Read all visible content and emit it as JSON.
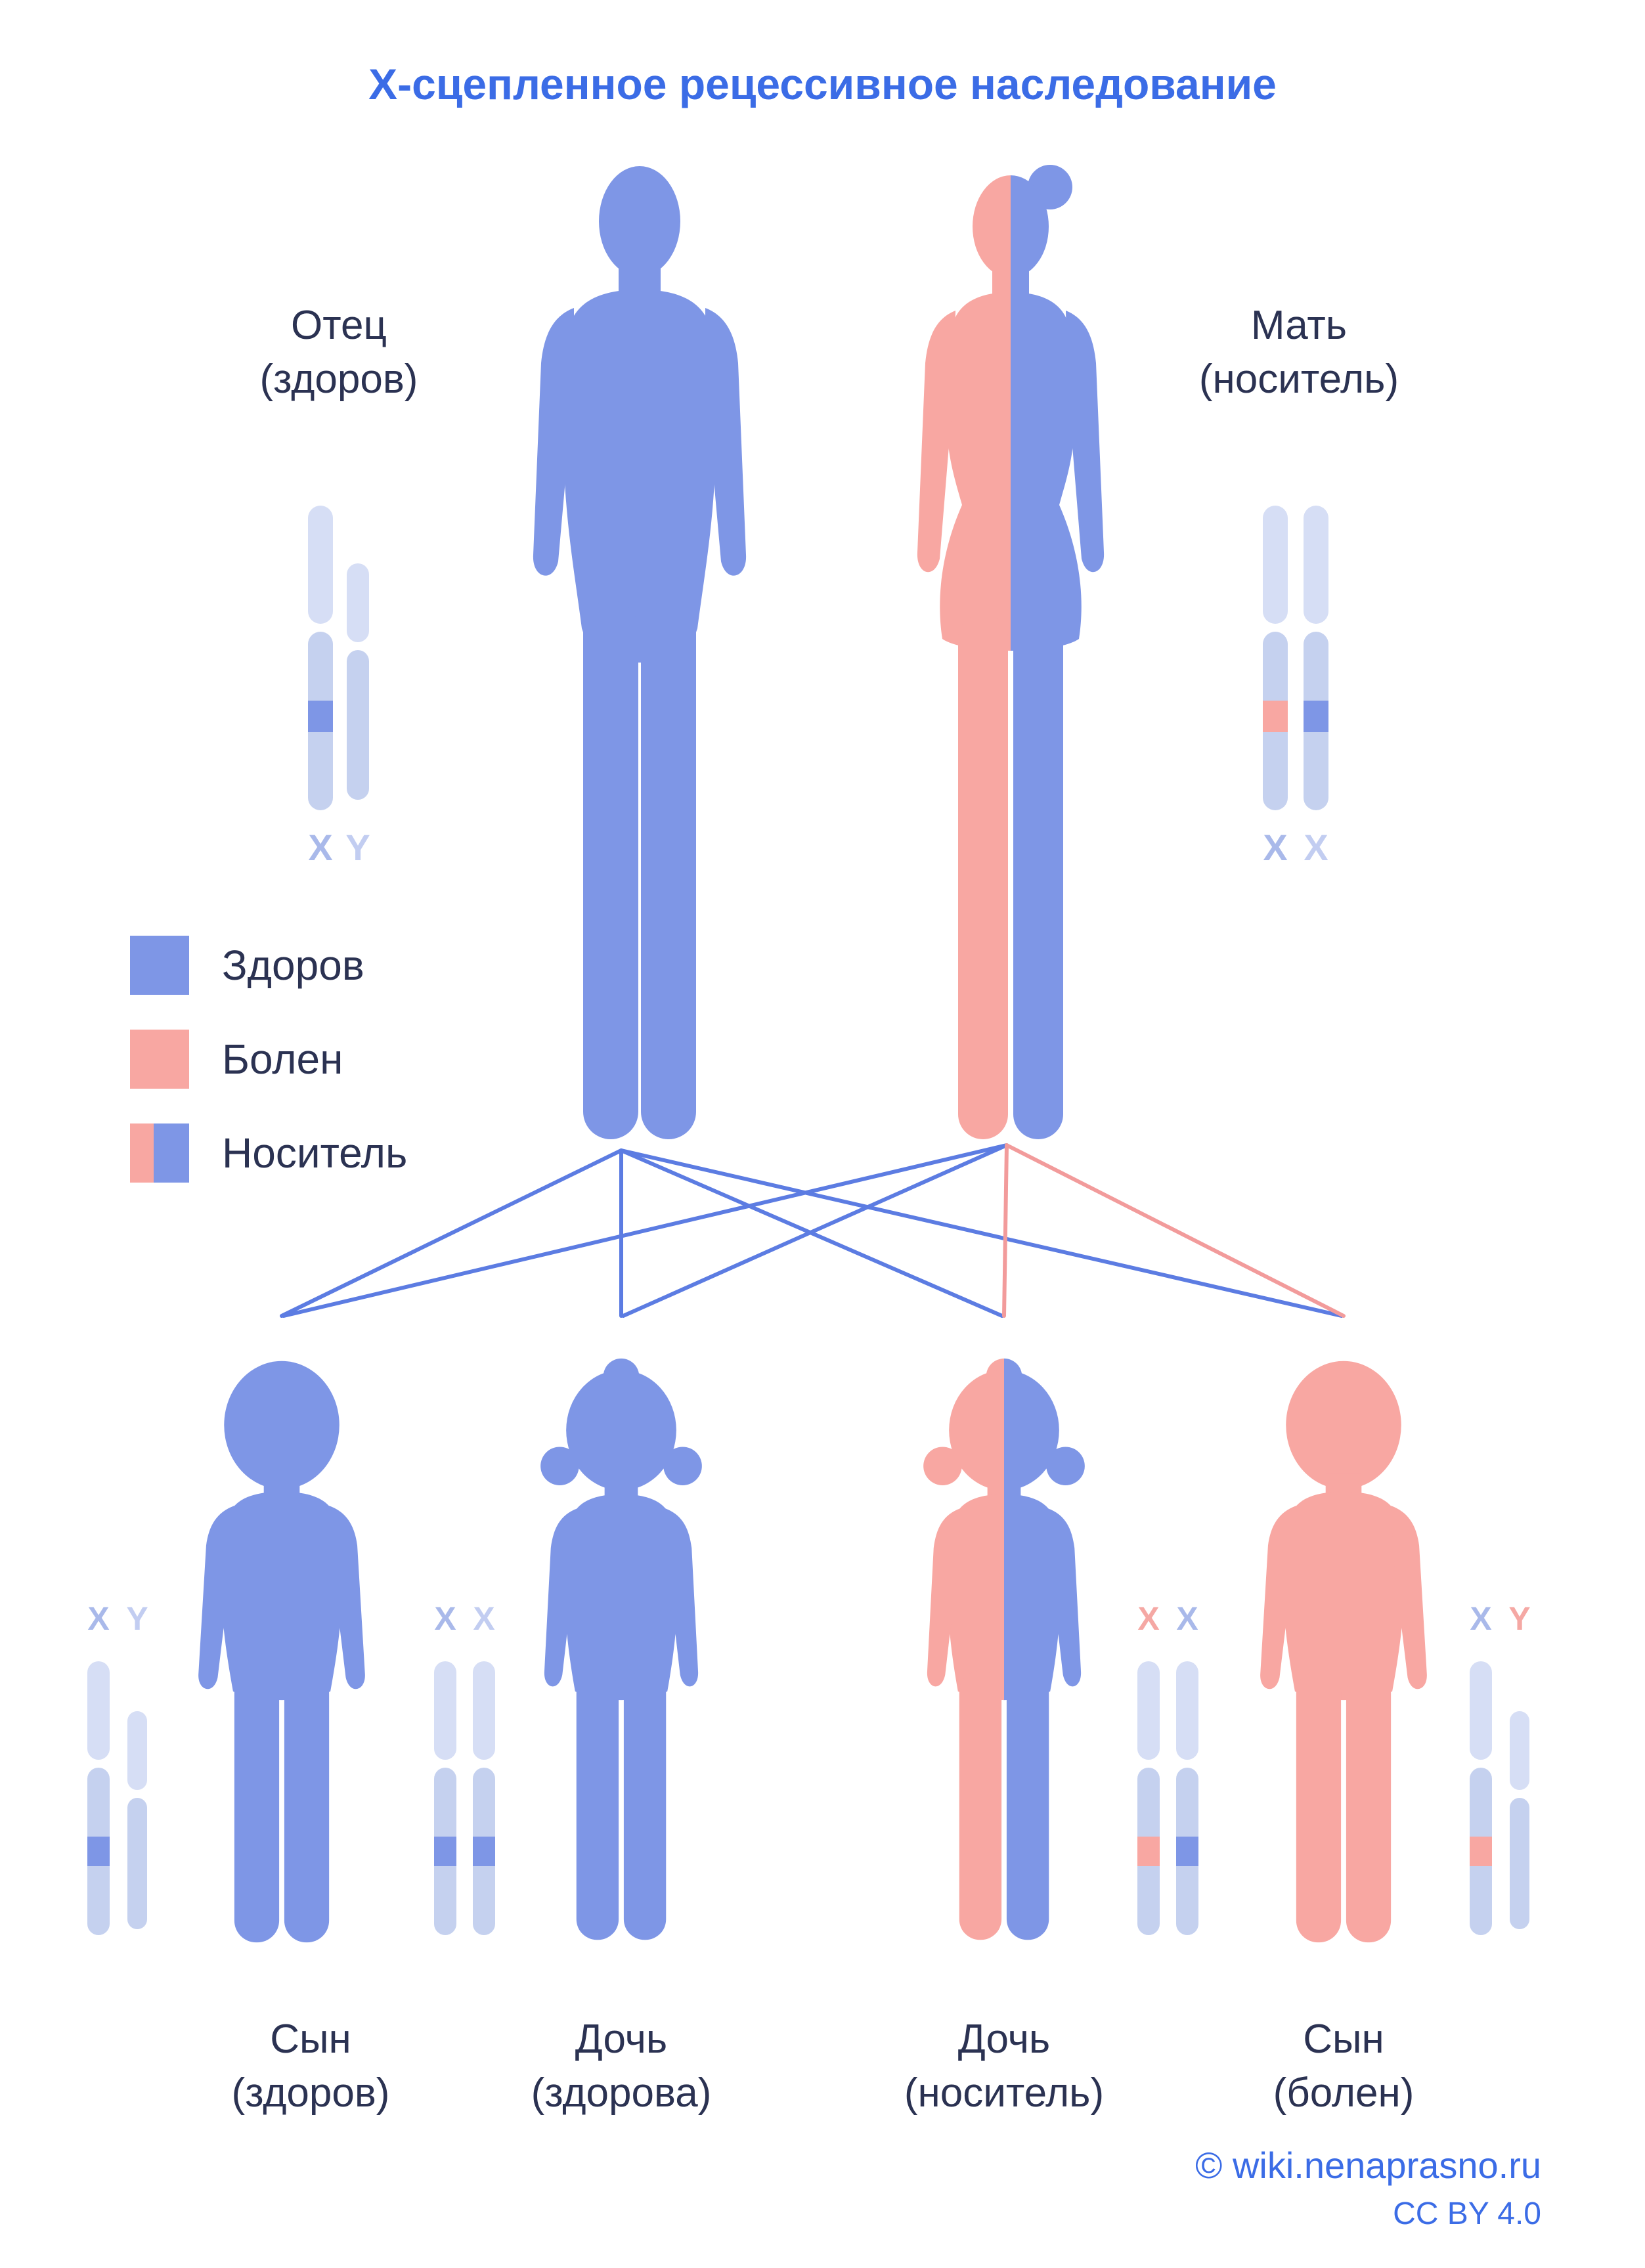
{
  "title": "Х-сцепленное рецессивное наследование",
  "colors": {
    "healthy": "#7E96E6",
    "sick": "#F8A7A2",
    "chrom_top": "#D6DEF5",
    "chrom_bottom": "#C5D1EF",
    "line_blue": "#5C7CE2",
    "line_pink": "#F29B9B",
    "letter_blue": "#A9B9EA",
    "letter_light": "#C2CDF1",
    "letter_pink": "#F5A8A4",
    "label": "#2B3252",
    "accent": "#3B6CE6"
  },
  "parents": {
    "father": {
      "name": "Отец",
      "status": "(здоров)",
      "karyotype": [
        "X",
        "Y"
      ]
    },
    "mother": {
      "name": "Мать",
      "status": "(носитель)",
      "karyotype": [
        "X",
        "X"
      ]
    }
  },
  "legend": [
    {
      "label": "Здоров",
      "type": "healthy"
    },
    {
      "label": "Болен",
      "type": "sick"
    },
    {
      "label": "Носитель",
      "type": "carrier"
    }
  ],
  "children": [
    {
      "name": "Сын",
      "status": "(здоров)",
      "karyotype": [
        "X",
        "Y"
      ],
      "phenotype": "healthy"
    },
    {
      "name": "Дочь",
      "status": "(здорова)",
      "karyotype": [
        "X",
        "X"
      ],
      "phenotype": "healthy"
    },
    {
      "name": "Дочь",
      "status": "(носитель)",
      "karyotype": [
        "X",
        "X"
      ],
      "phenotype": "carrier"
    },
    {
      "name": "Сын",
      "status": "(болен)",
      "karyotype": [
        "X",
        "Y"
      ],
      "phenotype": "sick"
    }
  ],
  "connections": [
    {
      "from": "father",
      "to": "son-healthy",
      "allele": "healthy"
    },
    {
      "from": "father",
      "to": "daughter-healthy",
      "allele": "healthy"
    },
    {
      "from": "father",
      "to": "daughter-carrier",
      "allele": "healthy"
    },
    {
      "from": "father",
      "to": "son-sick",
      "allele": "healthy"
    },
    {
      "from": "mother",
      "to": "son-healthy",
      "allele": "healthy"
    },
    {
      "from": "mother",
      "to": "daughter-healthy",
      "allele": "healthy"
    },
    {
      "from": "mother",
      "to": "daughter-carrier",
      "allele": "mutant"
    },
    {
      "from": "mother",
      "to": "son-sick",
      "allele": "mutant"
    }
  ],
  "footer": {
    "credit": "© wiki.nenaprasno.ru",
    "license": "CC BY 4.0"
  }
}
